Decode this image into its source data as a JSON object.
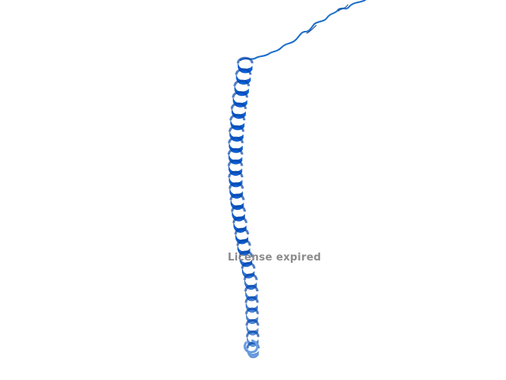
{
  "viewer": {
    "watermark_text": "License expired"
  },
  "molecule": {
    "representation": "cartoon",
    "secondary_structure": [
      "coil",
      "alpha-helix"
    ],
    "colors": {
      "coil": "#1e6fc9",
      "helix_top": "#0a62e0",
      "helix_mid": "#0d5fd6",
      "helix_bottom": "#6a9de0",
      "helix_shadow": "#0746a8"
    }
  }
}
